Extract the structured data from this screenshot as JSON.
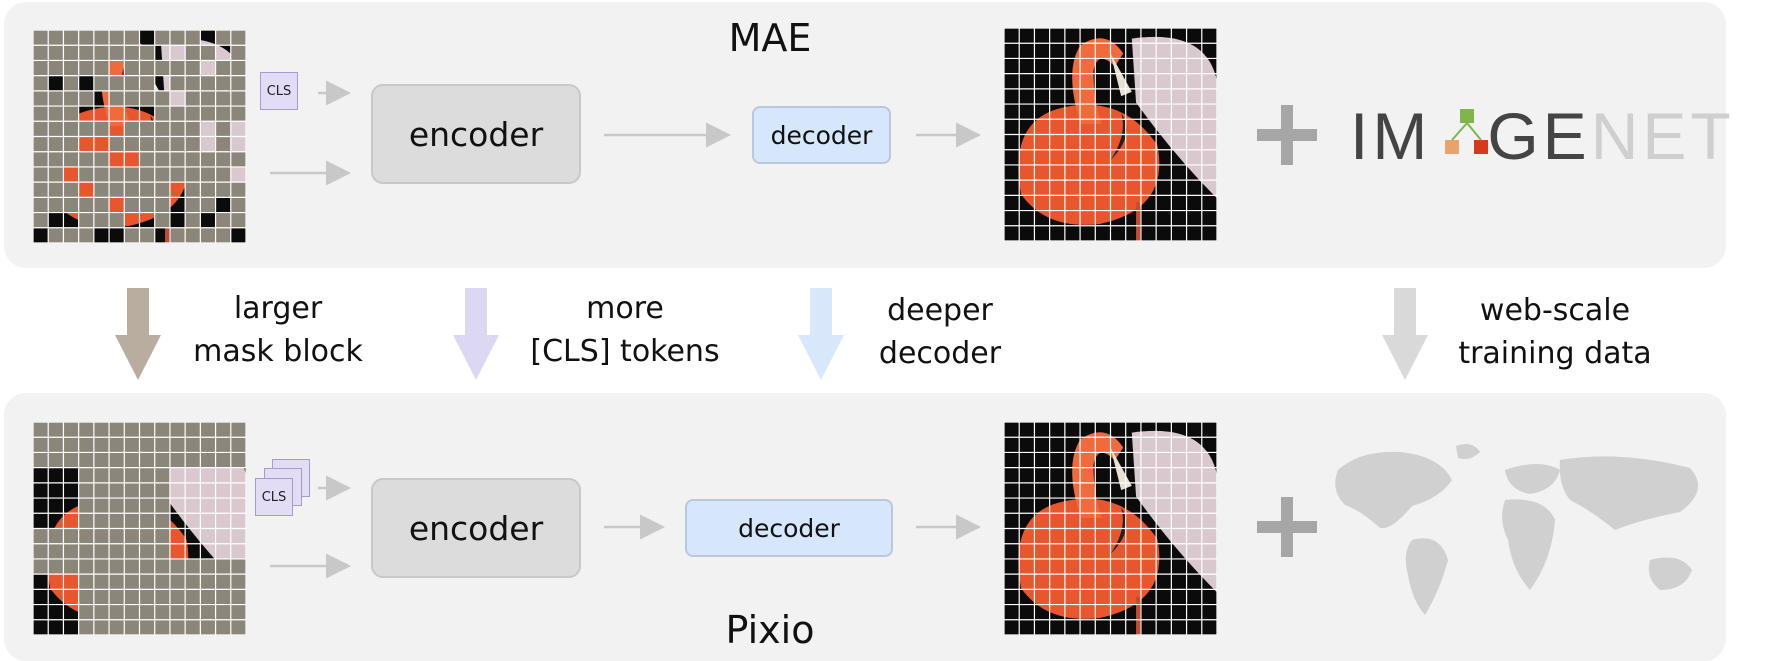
{
  "top": {
    "title": "MAE",
    "encoder_label": "encoder",
    "decoder_label": "decoder",
    "cls_label": "CLS",
    "dataset_logo": {
      "part1": "IM",
      "part2": "GE",
      "part3": "NET"
    }
  },
  "bottom": {
    "title": "Pixio",
    "encoder_label": "encoder",
    "decoder_label": "decoder",
    "cls_label": "CLS"
  },
  "changes": [
    {
      "line1": "larger",
      "line2": "mask block",
      "color": "#b8ad9f"
    },
    {
      "line1": "more",
      "line2": "[CLS] tokens",
      "color": "#dcd8f3"
    },
    {
      "line1": "deeper",
      "line2": "decoder",
      "color": "#d8e8fa"
    },
    {
      "line1": "web-scale",
      "line2": "training data",
      "color": "#d9d9d9"
    }
  ],
  "colors": {
    "panel": "#f2f2f2",
    "mask_patch": "#8c867a",
    "grid_line": "#ffffff",
    "arrow": "#c8c8c8",
    "plus": "#a6a6a6",
    "world_map": "#d0d0d0",
    "imagenet_dark": "#444444",
    "imagenet_light": "#cfcfcf"
  }
}
